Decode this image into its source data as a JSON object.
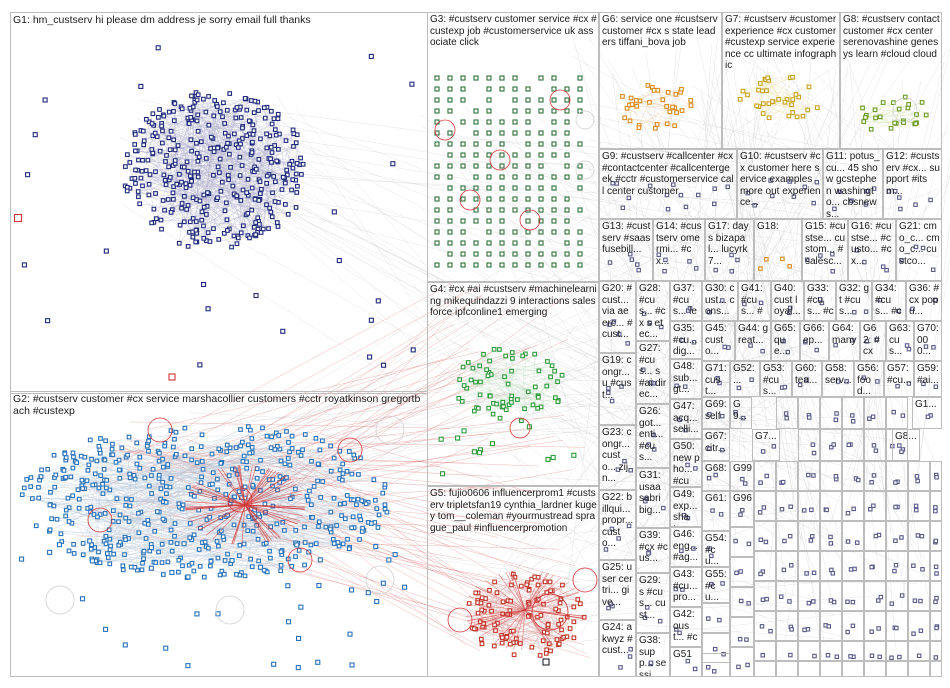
{
  "colors": {
    "border": "#bdbdbd",
    "edge": "#c9c9c9",
    "edge_red": "#d23a3a",
    "g1": "#1f2a7a",
    "g2": "#2a72b8",
    "g3": "#2f6e3a",
    "g4": "#2e9a3a",
    "g5": "#c0392b",
    "g6": "#d98a1a",
    "g7": "#c8a21a",
    "g8": "#6a9a20",
    "misc": "#5a5a8a"
  },
  "groups": [
    {
      "id": "g1",
      "label": "G1: hm_custserv hi please dm address je sorry email full thanks"
    },
    {
      "id": "g2",
      "label": "G2: #custserv customer #cx service marshacollier customers #cctr royatkinson gregortbach #custexp"
    },
    {
      "id": "g3",
      "label": "G3: #custserv customer service #cx #custexp job #customerservice uk associate click"
    },
    {
      "id": "g4",
      "label": "G4: #cx #ai #custserv #machinelearning mikequindazzi 9 interactions salesforce ipfconline1 emerging"
    },
    {
      "id": "g5",
      "label": "G5: fujio0606 influencerprom1 #custserv tripletsfan19 cynthia_lardner kugey tom__coleman #yourmustread sprague_paul #influencerpromotion"
    },
    {
      "id": "g6",
      "label": "G6: service one #custserv customer #cx s state leaders tiffani_bova job"
    },
    {
      "id": "g7",
      "label": "G7: #custserv #customerexperience #cx customer #custexp service experience cc ultimate infographic"
    },
    {
      "id": "g8",
      "label": "G8: #custserv contact customer #cx center serenovashine genesys learn #cloud cloud"
    },
    {
      "id": "g9",
      "label": "G9: #custserv #callcenter #cx #contactcenter #callcentergeek #cctr #customerservice call center customer"
    },
    {
      "id": "g10",
      "label": "G10: #custserv #cx customer here service examples more out experience..."
    },
    {
      "id": "g11",
      "label": "G11: potus_cu... 45 show gcstephen washingto... cbsnews..."
    },
    {
      "id": "g12",
      "label": "G12: #custserv #cx... support #itsm..."
    },
    {
      "id": "g13",
      "label": "G13: #custserv #saas fusebill..."
    },
    {
      "id": "g14",
      "label": "G14: #custserv omermi... #cx..."
    },
    {
      "id": "g17",
      "label": "G17: days bizapal... lucyrk7..."
    },
    {
      "id": "g18",
      "label": "G18:"
    },
    {
      "id": "g15",
      "label": "G15: #custse... custom... #salesc..."
    },
    {
      "id": "g16",
      "label": "G16: #custse... #custo... #cx..."
    },
    {
      "id": "g21",
      "label": "G21: cmo_c... cmo_c... custco..."
    },
    {
      "id": "g20",
      "label": "G20: #cust... via aeerc... #cust..."
    },
    {
      "id": "g28",
      "label": "G28: #cus... #cx s etec..."
    },
    {
      "id": "g37",
      "label": "G37: #cus... learn..."
    },
    {
      "id": "g30",
      "label": "G30: cust... cons..."
    },
    {
      "id": "g41",
      "label": "G41: #cus... #me..."
    },
    {
      "id": "g40",
      "label": "G40: cust loyal..."
    },
    {
      "id": "g33",
      "label": "G33: #cus... #cu..."
    },
    {
      "id": "g32",
      "label": "G32: gt #cus..."
    },
    {
      "id": "g34",
      "label": "G34: #cus... #cx..."
    },
    {
      "id": "g36",
      "label": "G36: #cx popu..."
    },
    {
      "id": "g27",
      "label": "G27: #cus... s #ai direc..."
    },
    {
      "id": "g35",
      "label": "G35: #cu... dig..."
    },
    {
      "id": "g45",
      "label": "G45: custo..."
    },
    {
      "id": "g44",
      "label": "G44: great..."
    },
    {
      "id": "g65",
      "label": "G65: que..."
    },
    {
      "id": "g66",
      "label": "G66: ep..."
    },
    {
      "id": "g64",
      "label": "G64: many"
    },
    {
      "id": "g62",
      "label": "G62: #cx"
    },
    {
      "id": "g63",
      "label": "G63: cus..."
    },
    {
      "id": "g70",
      "label": "G70: 000..."
    },
    {
      "id": "g19",
      "label": "G19: congr... u #cust..."
    },
    {
      "id": "g48",
      "label": "G48: sub... gt..."
    },
    {
      "id": "g71",
      "label": "G71: cust..."
    },
    {
      "id": "g52",
      "label": "G52: ..."
    },
    {
      "id": "g53",
      "label": "G53: #cus..."
    },
    {
      "id": "g60",
      "label": "G60: tea..."
    },
    {
      "id": "g58",
      "label": "G58: serv..."
    },
    {
      "id": "g56",
      "label": "G56: food..."
    },
    {
      "id": "g57",
      "label": "G57: #cu..."
    },
    {
      "id": "g59",
      "label": "G59: #ai..."
    },
    {
      "id": "g26",
      "label": "G26: got... enti... #cus..."
    },
    {
      "id": "g69",
      "label": "G69: self"
    },
    {
      "id": "g9r",
      "label": "G9..."
    },
    {
      "id": "g1r",
      "label": "G1..."
    },
    {
      "id": "g47",
      "label": "G47: acq... selli..."
    },
    {
      "id": "g67",
      "label": "G67: citr..."
    },
    {
      "id": "g7r",
      "label": "G7..."
    },
    {
      "id": "g8r",
      "label": "G8..."
    },
    {
      "id": "g23",
      "label": "G23: congr... custo... zijn..."
    },
    {
      "id": "g31",
      "label": "G31: usaa sabri big..."
    },
    {
      "id": "g50",
      "label": "G50: new pho... #cus..."
    },
    {
      "id": "g68",
      "label": "G68:"
    },
    {
      "id": "g99",
      "label": "G99"
    },
    {
      "id": "g22",
      "label": "G22: billqui... propr... custo..."
    },
    {
      "id": "g49",
      "label": "G49: exp... shat..."
    },
    {
      "id": "g61",
      "label": "G61:"
    },
    {
      "id": "g96",
      "label": "G96"
    },
    {
      "id": "g39",
      "label": "G39: #cx #cus..."
    },
    {
      "id": "g54",
      "label": "G54: #cu..."
    },
    {
      "id": "g25",
      "label": "G25: user certri... give..."
    },
    {
      "id": "g46",
      "label": "G46: eng... #ag..."
    },
    {
      "id": "g29",
      "label": "G29: s #cus... cust..."
    },
    {
      "id": "g55",
      "label": "G55: #cu..."
    },
    {
      "id": "g43",
      "label": "G43: #cu... pro..."
    },
    {
      "id": "g24",
      "label": "G24: akwyz #cust..."
    },
    {
      "id": "g38",
      "label": "G38: supp... sessi..."
    },
    {
      "id": "g42",
      "label": "G42: oust... #cu..."
    },
    {
      "id": "g51",
      "label": "G51"
    }
  ]
}
